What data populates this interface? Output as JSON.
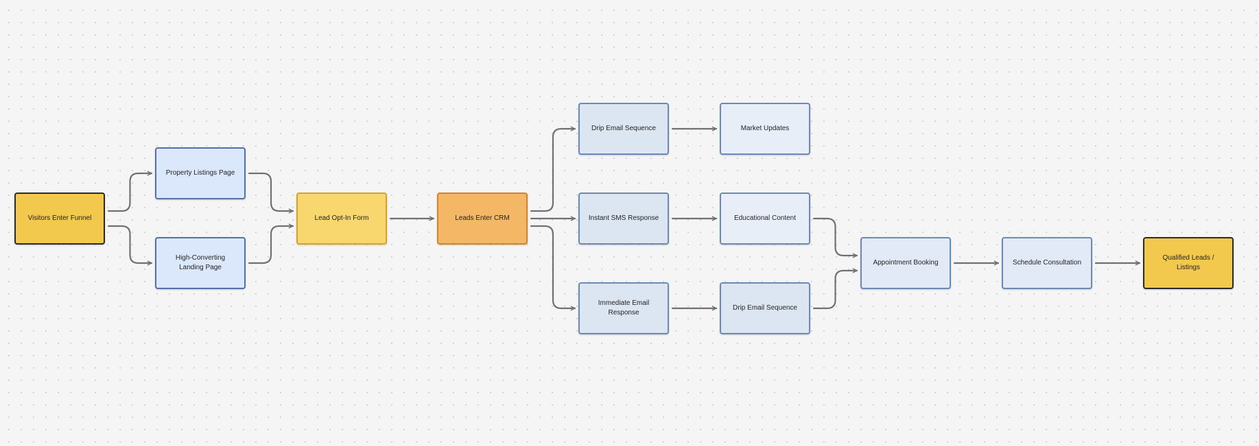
{
  "diagram": {
    "nodes": {
      "visitors": {
        "label": "Visitors Enter Funnel",
        "fill": "#f2c94c",
        "border": "#2b2b2b"
      },
      "listings": {
        "label": "Property Listings Page",
        "fill": "#dbe8fb",
        "border": "#5470a6"
      },
      "landing": {
        "label": "High-Converting Landing Page",
        "fill": "#dbe8fb",
        "border": "#5470a6"
      },
      "optin": {
        "label": "Lead Opt-In Form",
        "fill": "#f7d76e",
        "border": "#d9a02b"
      },
      "crm": {
        "label": "Leads Enter CRM",
        "fill": "#f4b765",
        "border": "#d4822c"
      },
      "drip1": {
        "label": "Drip Email Sequence",
        "fill": "#dce6f2",
        "border": "#6b89b5"
      },
      "sms": {
        "label": "Instant SMS Response",
        "fill": "#dce6f2",
        "border": "#6b89b5"
      },
      "immediate": {
        "label": "Immediate Email Response",
        "fill": "#dce6f2",
        "border": "#6b89b5"
      },
      "market": {
        "label": "Market Updates",
        "fill": "#e8eef8",
        "border": "#6b89b5"
      },
      "educational": {
        "label": "Educational Content",
        "fill": "#e8eef8",
        "border": "#6b89b5"
      },
      "drip2": {
        "label": "Drip Email Sequence",
        "fill": "#dce6f2",
        "border": "#6b89b5"
      },
      "appointment": {
        "label": "Appointment Booking",
        "fill": "#e2e9f7",
        "border": "#6b89b5"
      },
      "schedule": {
        "label": "Schedule Consultation",
        "fill": "#e2e9f7",
        "border": "#6b89b5"
      },
      "qualified": {
        "label": "Qualified Leads / Listings",
        "fill": "#f2c94c",
        "border": "#2b2b2b"
      }
    },
    "edges": [
      {
        "from": "visitors",
        "to": "listings"
      },
      {
        "from": "visitors",
        "to": "landing"
      },
      {
        "from": "listings",
        "to": "optin"
      },
      {
        "from": "landing",
        "to": "optin"
      },
      {
        "from": "optin",
        "to": "crm"
      },
      {
        "from": "crm",
        "to": "drip1"
      },
      {
        "from": "crm",
        "to": "sms"
      },
      {
        "from": "crm",
        "to": "immediate"
      },
      {
        "from": "drip1",
        "to": "market"
      },
      {
        "from": "sms",
        "to": "educational"
      },
      {
        "from": "immediate",
        "to": "drip2"
      },
      {
        "from": "educational",
        "to": "appointment"
      },
      {
        "from": "drip2",
        "to": "appointment"
      },
      {
        "from": "appointment",
        "to": "schedule"
      },
      {
        "from": "schedule",
        "to": "qualified"
      }
    ],
    "edge_color": "#707070",
    "background_color": "#f5f5f5"
  }
}
